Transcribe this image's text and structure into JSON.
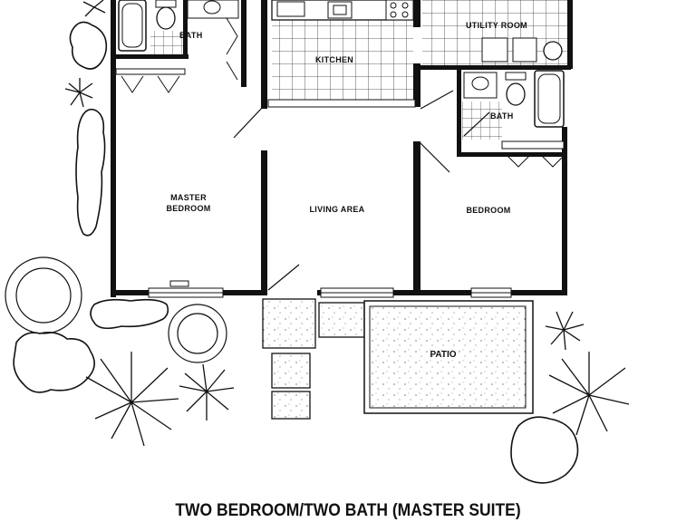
{
  "rooms": {
    "bath_master": "BATH",
    "kitchen": "KITCHEN",
    "utility": "UTILITY ROOM",
    "bath_second": "BATH",
    "master_line1": "MASTER",
    "master_line2": "BEDROOM",
    "living": "LIVING AREA",
    "bedroom": "BEDROOM",
    "patio": "PATIO"
  },
  "caption": "TWO BEDROOM/TWO BATH (MASTER SUITE)"
}
